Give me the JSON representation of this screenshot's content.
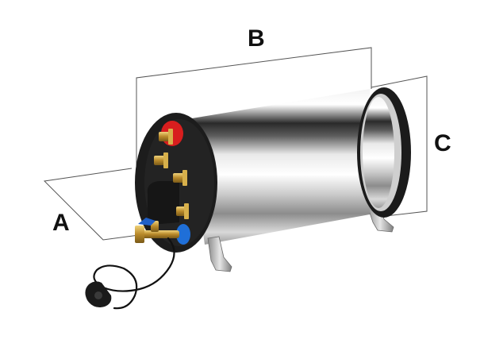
{
  "dimensions": {
    "length": "B",
    "height": "C",
    "depth": "A"
  },
  "colors": {
    "hot_water_marker": "#d81e1e",
    "cold_water_marker": "#1f6fd8",
    "end_cap": "#1b1b1b",
    "brass_fitting": "#c9a23a",
    "dimension_line": "#555555"
  },
  "icons": {
    "power_plug": "schuko-plug",
    "drain_valve": "ball-valve"
  }
}
